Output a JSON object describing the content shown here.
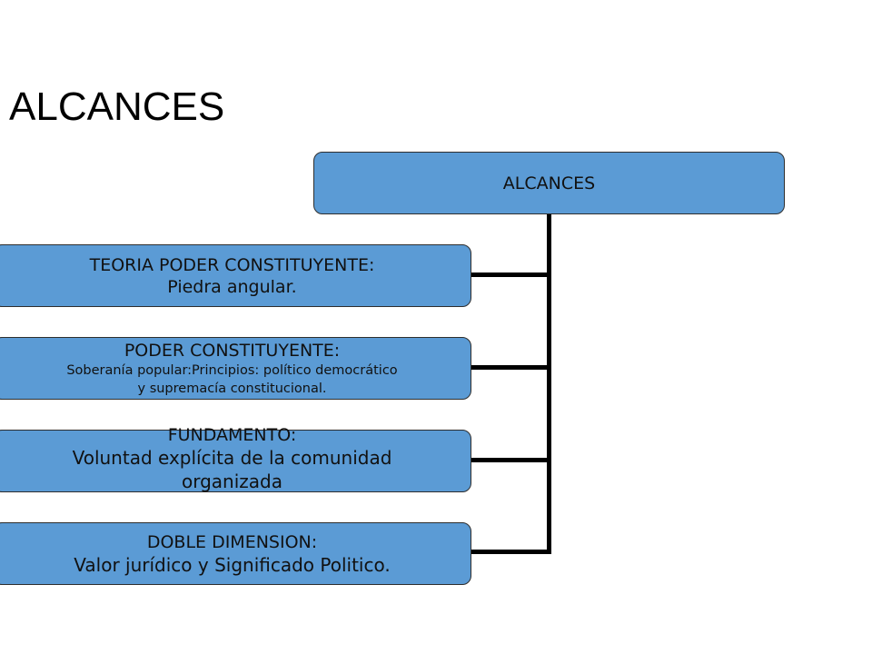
{
  "slide": {
    "title": "ALCANCES"
  },
  "diagram": {
    "root": {
      "label": "ALCANCES"
    },
    "children": [
      {
        "heading": "TEORIA PODER CONSTITUYENTE:",
        "body": "Piedra angular."
      },
      {
        "heading": "PODER CONSTITUYENTE:",
        "body_line1": "Soberanía popular:Principios: político democrático",
        "body_line2": "y supremacía constitucional."
      },
      {
        "heading": "FUNDAMENTO:",
        "body_line1": "Voluntad explícita de la comunidad",
        "body_line2": "organizada"
      },
      {
        "heading": "DOBLE DIMENSION:",
        "body": "Valor jurídico y Significado Politico."
      }
    ]
  },
  "colors": {
    "box_fill": "#5b9bd5",
    "box_border": "#2e2e2e",
    "connector": "#000000",
    "text": "#111111"
  }
}
